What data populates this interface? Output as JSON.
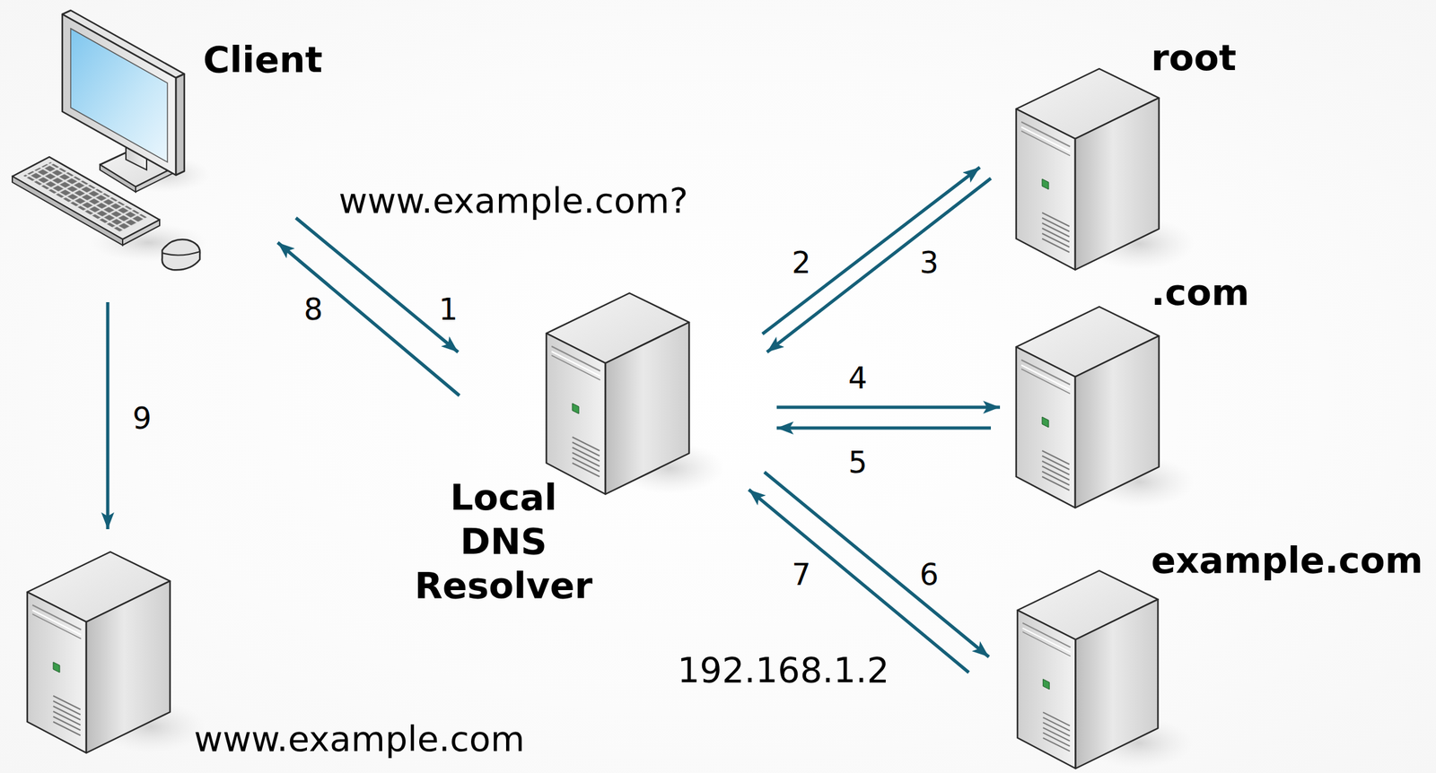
{
  "diagram": {
    "nodes": [
      {
        "text": [
          "Client"
        ]
      },
      {
        "text": [
          "root"
        ]
      },
      {
        "text": [
          ".com"
        ]
      },
      {
        "text": [
          "Local DNS Resolver"
        ]
      },
      {
        "text": [
          "example.com"
        ]
      },
      {
        "text": [
          "www.example.com"
        ]
      }
    ],
    "edges": [
      {
        "from": 0,
        "to": 3,
        "label": "1",
        "arrow": "to"
      },
      {
        "from": 3,
        "to": 0,
        "label": "8",
        "arrow": "to"
      },
      {
        "from": 3,
        "to": 1,
        "label": "2",
        "arrow": "to"
      },
      {
        "from": 1,
        "to": 3,
        "label": "3",
        "arrow": "to"
      },
      {
        "from": 3,
        "to": 2,
        "label": "4",
        "arrow": "to"
      },
      {
        "from": 2,
        "to": 3,
        "label": "5",
        "arrow": "to"
      },
      {
        "from": 3,
        "to": 4,
        "label": "6",
        "arrow": "to"
      },
      {
        "from": 4,
        "to": 3,
        "label": "7",
        "arrow": "to"
      },
      {
        "from": 0,
        "to": 5,
        "label": "9",
        "arrow": "to"
      }
    ],
    "labels": [
      "www.example.com?",
      "192.168.1.2"
    ]
  }
}
